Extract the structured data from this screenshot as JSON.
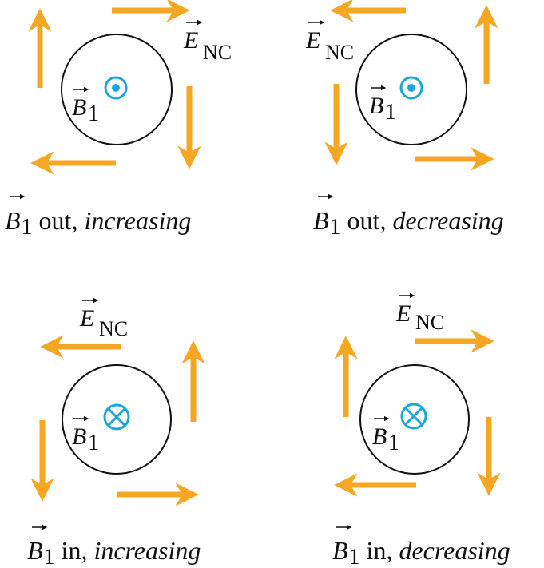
{
  "colors": {
    "arrow": "#f5a623",
    "field_symbol": "#1aa7dc",
    "ink": "#111111"
  },
  "panels": [
    {
      "id": "out-increasing",
      "b_direction": "out",
      "circulation": "clockwise",
      "field_label": "B",
      "field_sub": "1",
      "enc_label": "E",
      "enc_sub": "NC",
      "caption_dir": "out,",
      "caption_change": "increasing"
    },
    {
      "id": "out-decreasing",
      "b_direction": "out",
      "circulation": "counterclockwise",
      "field_label": "B",
      "field_sub": "1",
      "enc_label": "E",
      "enc_sub": "NC",
      "caption_dir": "out,",
      "caption_change": "decreasing"
    },
    {
      "id": "in-increasing",
      "b_direction": "in",
      "circulation": "counterclockwise",
      "field_label": "B",
      "field_sub": "1",
      "enc_label": "E",
      "enc_sub": "NC",
      "caption_dir": "in,",
      "caption_change": "increasing"
    },
    {
      "id": "in-decreasing",
      "b_direction": "in",
      "circulation": "clockwise",
      "field_label": "B",
      "field_sub": "1",
      "enc_label": "E",
      "enc_sub": "NC",
      "caption_dir": "in,",
      "caption_change": "decreasing"
    }
  ]
}
